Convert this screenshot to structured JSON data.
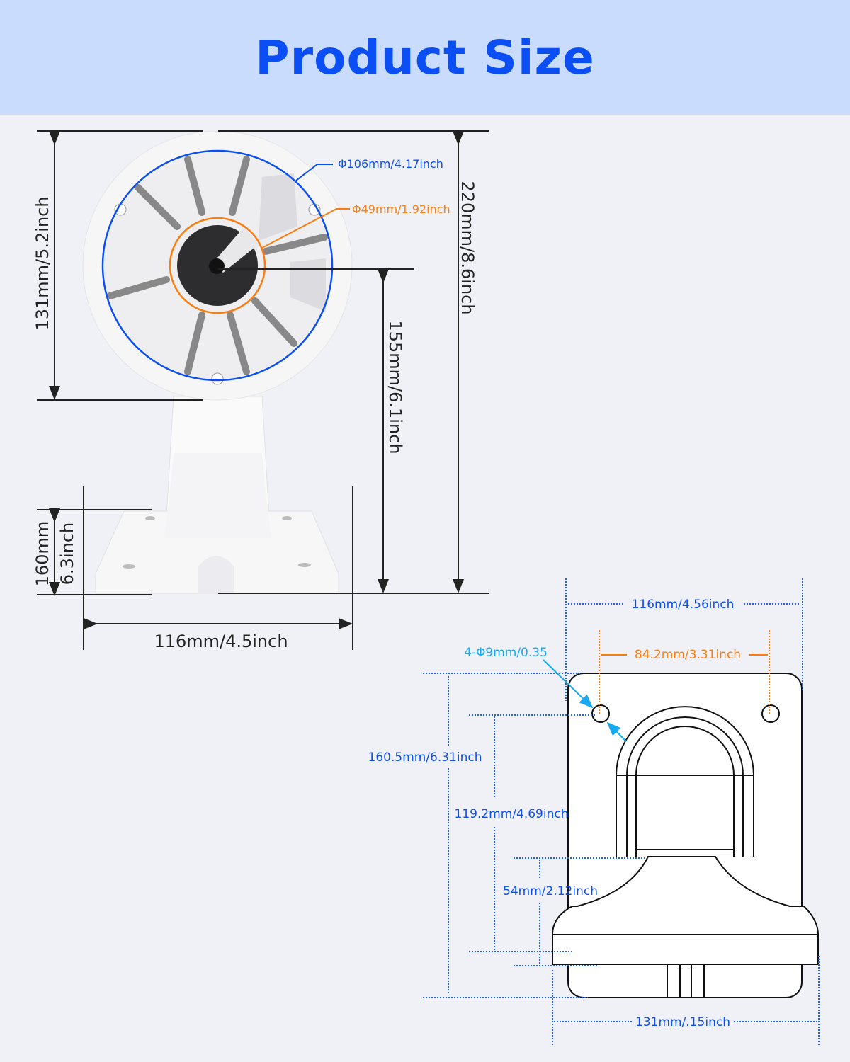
{
  "header": {
    "title": "Product Size"
  },
  "colors": {
    "accent": "#0b4ff4",
    "orange": "#fb7d0f",
    "cyan": "#17a9f2",
    "header_bg": "#c9dcfe",
    "bg": "#f0f1f6"
  },
  "side_view": {
    "top_diameter": "Φ106mm/4.17inch",
    "inner_diameter": "Φ49mm/1.92inch",
    "top_height": "131mm/5.2inch",
    "total_height": "220mm/8.6inch",
    "center_height": "155mm/6.1inch",
    "base_height_mm": "160mm",
    "base_height_inch": "6.3inch",
    "base_width": "116mm/4.5inch"
  },
  "bottom_view": {
    "width": "116mm/4.56inch",
    "hole_spacing": "84.2mm/3.31inch",
    "holes": "4-Φ9mm/0.35",
    "length": "160.5mm/6.31inch",
    "hole_to_base": "119.2mm/4.69inch",
    "neck": "54mm/2.12inch",
    "cap_width": "131mm/.15inch"
  }
}
